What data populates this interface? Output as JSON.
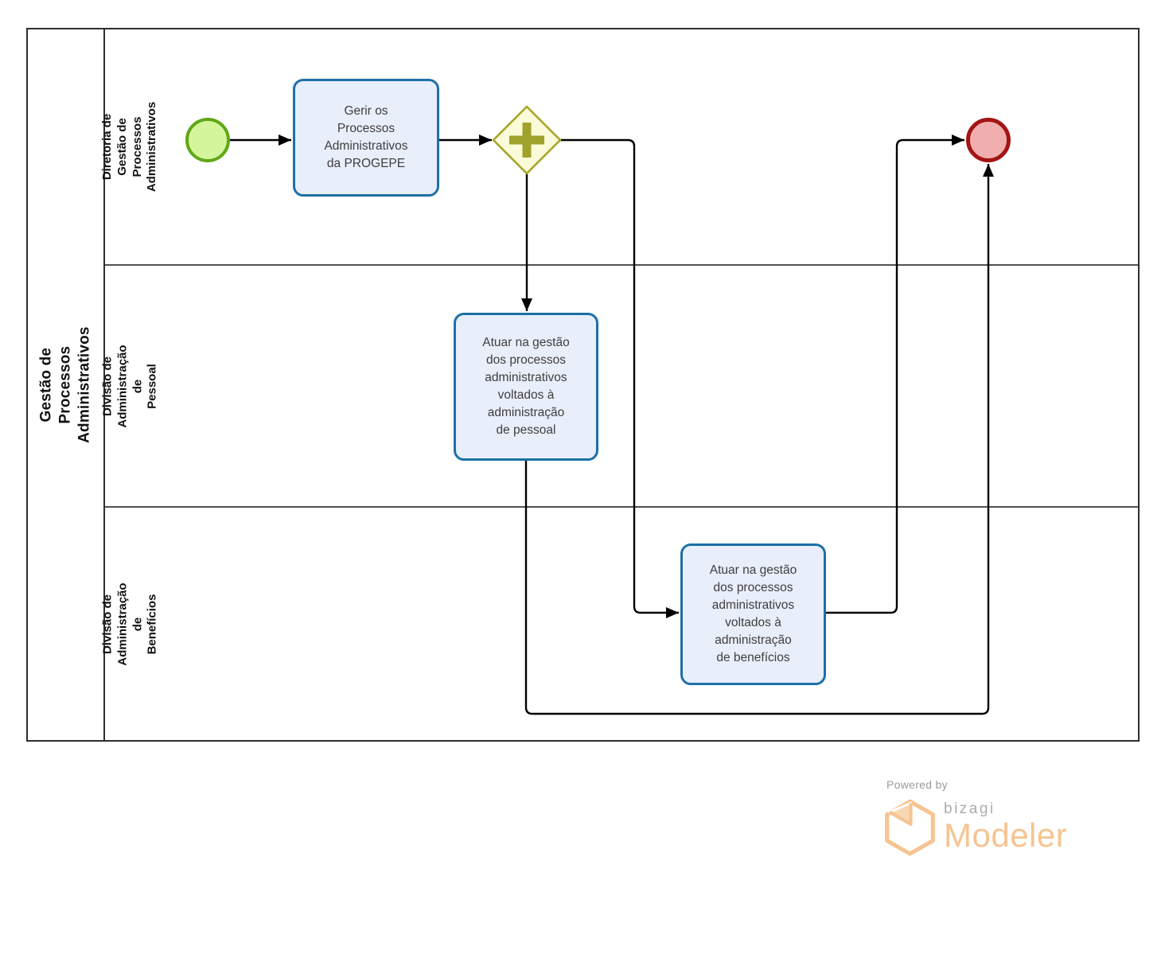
{
  "pool": {
    "title": "Gestão de Processos Administrativos"
  },
  "lanes": [
    {
      "label": "Diretoria de Gestão de\nProcessos Administrativos"
    },
    {
      "label": "Divisão de Administração de\nPessoal"
    },
    {
      "label": "Divisão de Administração de\nBenefícios"
    }
  ],
  "nodes": {
    "start_event": {
      "type": "start-event"
    },
    "task_gerir": {
      "label": "Gerir os\nProcessos\nAdministrativos\nda PROGEPE"
    },
    "gateway": {
      "type": "parallel-gateway",
      "icon": "plus-icon"
    },
    "task_pessoal": {
      "label": "Atuar na gestão\ndos processos\nadministrativos\nvoltados à\nadministração\nde pessoal"
    },
    "task_beneficios": {
      "label": "Atuar na gestão\ndos processos\nadministrativos\nvoltados à\nadministração\nde benefícios"
    },
    "end_event": {
      "type": "end-event"
    }
  },
  "footer": {
    "powered_by": "Powered by",
    "brand": "bizagi",
    "product": "Modeler"
  },
  "colors": {
    "pool_border": "#2e2e2e",
    "lane_line": "#515151",
    "flow": "#000000",
    "task_fill": "#e9eefb",
    "task_border": "#1d70a6",
    "task_text": "#3e3e3e",
    "start_fill": "#d4f59b",
    "start_border": "#61a716",
    "end_fill": "#f0aeae",
    "end_border": "#a31414",
    "gateway_fill": "#fbfbd9",
    "gateway_border": "#a5a529",
    "gateway_plus": "#9fa32b",
    "logo_orange": "#f6c491",
    "logo_gray": "#ababab",
    "powered_gray": "#9c9c9c"
  }
}
